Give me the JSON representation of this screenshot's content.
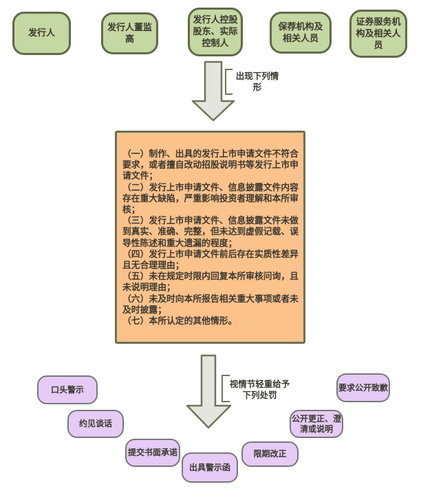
{
  "colors": {
    "actor_fill": "#c5d7a2",
    "actor_border": "#5f6a49",
    "situations_fill": "#fcc28c",
    "situations_border": "#6b7053",
    "penalty_fill": "#e5cbf5",
    "penalty_border": "#787878",
    "arrow_fill": "#e5e5df",
    "arrow_border": "#6e7458",
    "text": "#3b382f"
  },
  "actors": [
    {
      "name": "发行人",
      "lines": [
        "发行人"
      ]
    },
    {
      "name": "发行人董监高",
      "lines": [
        "发行人董监",
        "高"
      ]
    },
    {
      "name": "发行人控股股东、实际控制人",
      "lines": [
        "发行人控股",
        "股东、实际",
        "控制人"
      ]
    },
    {
      "name": "保荐机构及相关人员",
      "lines": [
        "保荐机构及",
        "相关人员"
      ]
    },
    {
      "name": "证券服务机构及相关人员",
      "lines": [
        "证券服务机",
        "构及相关人",
        "员"
      ]
    }
  ],
  "arrow1": {
    "label": "出现下列情形",
    "label_lines": [
      "出现下列情",
      "形"
    ]
  },
  "situations": {
    "items": [
      "（一）制作、出具的发行上市申请文件不符合要求，或者擅自改动招股说明书等发行上市申请文件；",
      "（二）发行上市申请文件、信息披露文件内容存在重大缺陷，严重影响投资者理解和本所审核；",
      "（三）发行上市申请文件、信息披露文件未做到真实、准确、完整，但未达到虚假记载、误导性陈述和重大遗漏的程度；",
      "（四）发行上市申请文件前后存在实质性差异且无合理理由；",
      "（五）未在规定时限内回复本所审核问询，且未说明理由；",
      "（六）未及时向本所报告相关重大事项或者未及时披露；",
      "（七）本所认定的其他情形。"
    ]
  },
  "arrow2": {
    "label": "视情节轻重给予下列处罚",
    "label_lines": [
      "视情节轻重给予",
      "下列处罚"
    ]
  },
  "penalties": [
    {
      "name": "口头警示",
      "lines": [
        "口头警示"
      ]
    },
    {
      "name": "约见谈话",
      "lines": [
        "约见谈话"
      ]
    },
    {
      "name": "提交书面承诺",
      "lines": [
        "提交书面承诺"
      ]
    },
    {
      "name": "出具警示函",
      "lines": [
        "出具警示函"
      ]
    },
    {
      "name": "限期改正",
      "lines": [
        "限期改正"
      ]
    },
    {
      "name": "公开更正、澄清或说明",
      "lines": [
        "公开更正、澄",
        "清或说明"
      ]
    },
    {
      "name": "要求公开致歉",
      "lines": [
        "要求公开致歉"
      ]
    }
  ]
}
